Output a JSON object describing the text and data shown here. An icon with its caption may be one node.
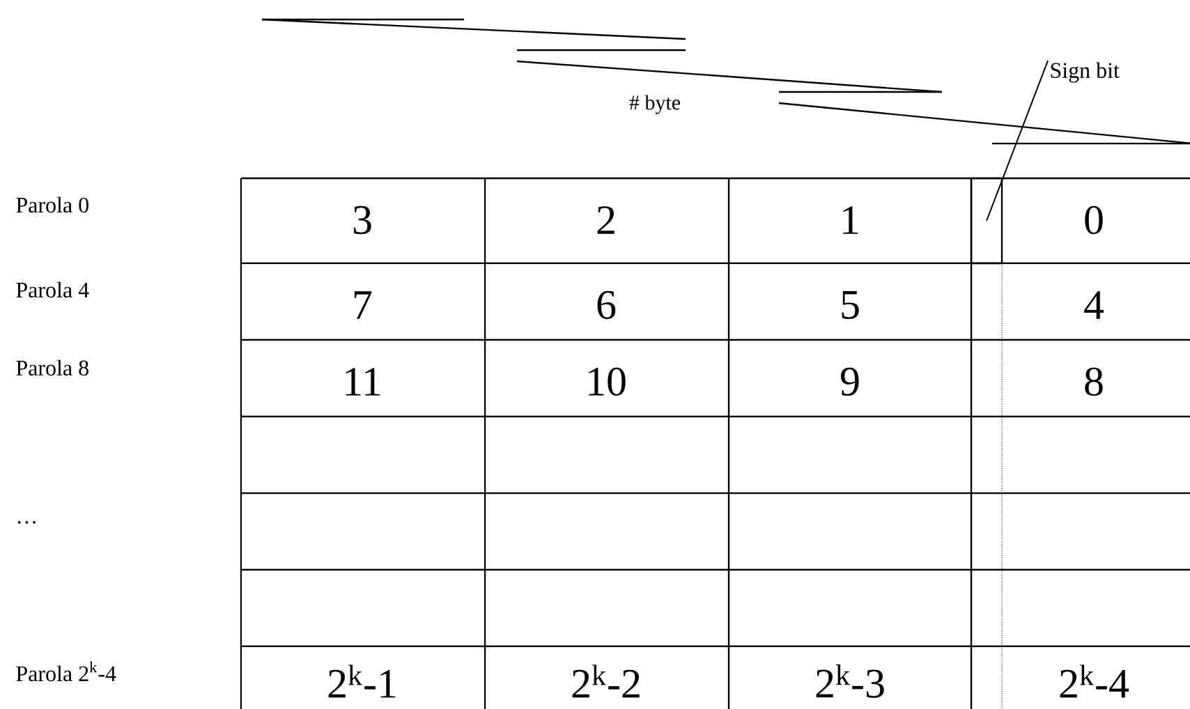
{
  "diagram": {
    "nodes": [
      {
        "text": [
          "Sign bit"
        ]
      },
      {
        "text": [],
        "shape": "box"
      }
    ],
    "edges": [
      {
        "from": 0,
        "to": 1,
        "arrow": "none"
      }
    ],
    "labels": [
      "# byte",
      "Parola 0",
      "3",
      "2",
      "1",
      "0",
      "Parola 4",
      "7",
      "6",
      "5",
      "4",
      "Parola 8",
      "11",
      "10",
      "9",
      "8",
      "…",
      "Parola 2$^{k}$-4",
      "2$^{k}$-1",
      "2$^{k}$-2",
      "2$^{k}$-3",
      "2$^{k}$-4"
    ]
  }
}
